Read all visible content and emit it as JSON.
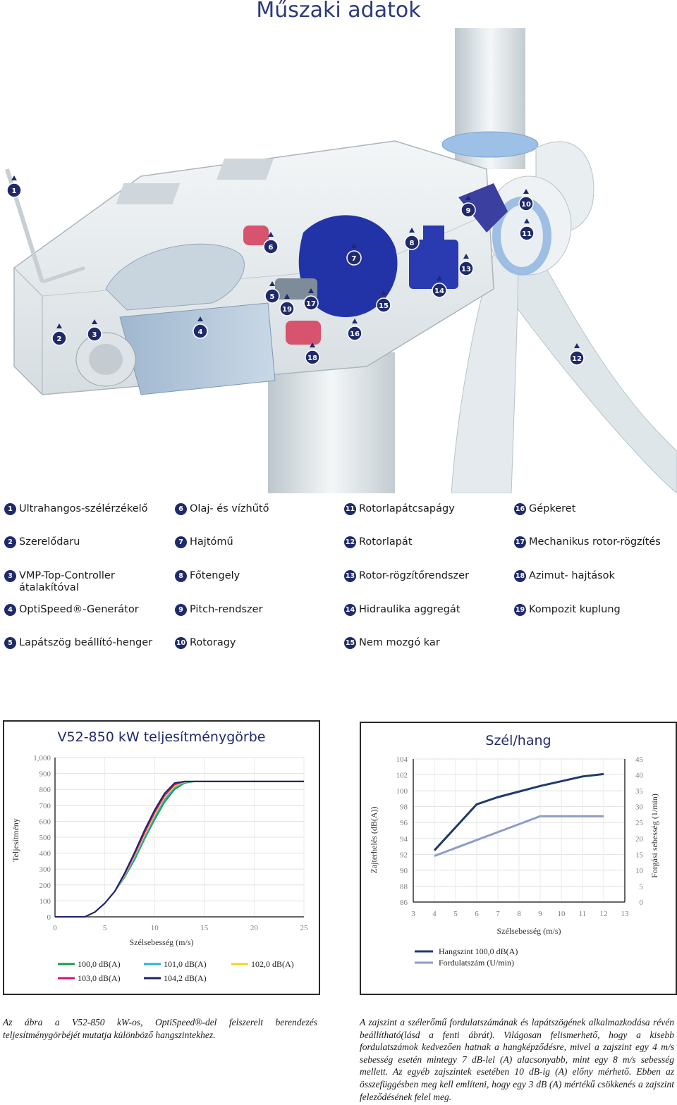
{
  "page_title": "Műszaki adatok",
  "callouts": [
    "1",
    "2",
    "3",
    "4",
    "5",
    "6",
    "7",
    "8",
    "9",
    "10",
    "11",
    "12",
    "13",
    "14",
    "15",
    "16",
    "17",
    "18",
    "19"
  ],
  "legend": [
    {
      "num": "1",
      "label": "Ultrahangos-szélérzékelő"
    },
    {
      "num": "2",
      "label": "Szerelődaru"
    },
    {
      "num": "3",
      "label": "VMP-Top-Controller átalakítóval"
    },
    {
      "num": "4",
      "label": "OptiSpeed®-Generátor"
    },
    {
      "num": "5",
      "label": "Lapátszög beállító-henger"
    },
    {
      "num": "6",
      "label": "Olaj- és vízhűtő"
    },
    {
      "num": "7",
      "label": "Hajtómű"
    },
    {
      "num": "8",
      "label": "Főtengely"
    },
    {
      "num": "9",
      "label": "Pitch-rendszer"
    },
    {
      "num": "10",
      "label": "Rotoragy"
    },
    {
      "num": "11",
      "label": "Rotorlapátcsapágy"
    },
    {
      "num": "12",
      "label": "Rotorlapát"
    },
    {
      "num": "13",
      "label": "Rotor-rögzítőrendszer"
    },
    {
      "num": "14",
      "label": "Hidraulika aggregát"
    },
    {
      "num": "15",
      "label": "Nem mozgó kar"
    },
    {
      "num": "16",
      "label": "Gépkeret"
    },
    {
      "num": "17",
      "label": "Mechanikus rotor-rögzítés"
    },
    {
      "num": "18",
      "label": "Azimut- hajtások"
    },
    {
      "num": "19",
      "label": "Kompozit kuplung"
    }
  ],
  "chart_data": [
    {
      "type": "line",
      "title": "V52-850 kW teljesítménygörbe",
      "xlabel": "Szélsebesség (m/s)",
      "ylabel": "Teljesítmény",
      "xlim": [
        0,
        25
      ],
      "ylim": [
        0,
        1000
      ],
      "x_ticks": [
        "0",
        "5",
        "10",
        "15",
        "20",
        "25"
      ],
      "y_ticks": [
        "0",
        "100",
        "200",
        "300",
        "400",
        "500",
        "600",
        "700",
        "800",
        "900",
        "1,000"
      ],
      "legend_placement": "bottom",
      "series": [
        {
          "name": "100,0 dB(A)",
          "color": "#1a9a4a",
          "x": [
            0,
            3,
            4,
            5,
            6,
            7,
            8,
            9,
            10,
            11,
            12,
            13,
            14,
            15,
            16,
            17,
            18,
            19,
            20,
            21,
            22,
            23,
            24,
            25
          ],
          "y": [
            0,
            0,
            30,
            85,
            160,
            250,
            360,
            490,
            610,
            720,
            800,
            840,
            850,
            850,
            850,
            850,
            850,
            850,
            850,
            850,
            850,
            850,
            850,
            850
          ]
        },
        {
          "name": "101,0 dB(A)",
          "color": "#2aaee0",
          "x": [
            0,
            3,
            4,
            5,
            6,
            7,
            8,
            9,
            10,
            11,
            12,
            13,
            14,
            15,
            16,
            17,
            18,
            19,
            20,
            21,
            22,
            23,
            24,
            25
          ],
          "y": [
            0,
            0,
            30,
            85,
            160,
            255,
            370,
            500,
            625,
            735,
            810,
            845,
            850,
            850,
            850,
            850,
            850,
            850,
            850,
            850,
            850,
            850,
            850,
            850
          ]
        },
        {
          "name": "102,0 dB(A)",
          "color": "#f2d21c",
          "x": [
            0,
            3,
            4,
            5,
            6,
            7,
            8,
            9,
            10,
            11,
            12,
            13,
            14,
            15,
            16,
            17,
            18,
            19,
            20,
            21,
            22,
            23,
            24,
            25
          ],
          "y": [
            0,
            0,
            30,
            85,
            160,
            262,
            385,
            515,
            640,
            750,
            820,
            848,
            850,
            850,
            850,
            850,
            850,
            850,
            850,
            850,
            850,
            850,
            850,
            850
          ]
        },
        {
          "name": "103,0 dB(A)",
          "color": "#d4127f",
          "x": [
            0,
            3,
            4,
            5,
            6,
            7,
            8,
            9,
            10,
            11,
            12,
            13,
            14,
            15,
            16,
            17,
            18,
            19,
            20,
            21,
            22,
            23,
            24,
            25
          ],
          "y": [
            0,
            0,
            30,
            85,
            160,
            268,
            395,
            530,
            655,
            762,
            830,
            850,
            850,
            850,
            850,
            850,
            850,
            850,
            850,
            850,
            850,
            850,
            850,
            850
          ]
        },
        {
          "name": "104,2 dB(A)",
          "color": "#1c2270",
          "x": [
            0,
            3,
            4,
            5,
            6,
            7,
            8,
            9,
            10,
            11,
            12,
            13,
            14,
            15,
            16,
            17,
            18,
            19,
            20,
            21,
            22,
            23,
            24,
            25
          ],
          "y": [
            0,
            0,
            30,
            85,
            160,
            275,
            405,
            545,
            670,
            775,
            840,
            850,
            850,
            850,
            850,
            850,
            850,
            850,
            850,
            850,
            850,
            850,
            850,
            850
          ]
        }
      ]
    },
    {
      "type": "line",
      "title": "Szél/hang",
      "xlabel": "Szélsebesség (m/s)",
      "ylabel": "Zajterhelés (dB(A))",
      "y2label": "Forgási sebesség (1/min)",
      "xlim": [
        3,
        13
      ],
      "ylim": [
        86,
        104
      ],
      "y2lim": [
        0,
        45
      ],
      "x_ticks": [
        "3",
        "4",
        "5",
        "6",
        "7",
        "8",
        "9",
        "10",
        "11",
        "12",
        "13"
      ],
      "y_ticks": [
        "86",
        "88",
        "90",
        "92",
        "94",
        "96",
        "98",
        "100",
        "102",
        "104"
      ],
      "y2_ticks": [
        "0",
        "5",
        "10",
        "15",
        "20",
        "25",
        "30",
        "35",
        "40",
        "45"
      ],
      "legend_placement": "bottom-left",
      "series": [
        {
          "name": "Hangszint 100,0 dB(A)",
          "color": "#1f3a6a",
          "axis": "left",
          "x": [
            4,
            6,
            7,
            8,
            9,
            10,
            11,
            12
          ],
          "y": [
            92.5,
            98.3,
            99.2,
            99.9,
            100.6,
            101.2,
            101.8,
            102.1
          ]
        },
        {
          "name": "Fordulatszám (U/min)",
          "color": "#8c9cc8",
          "axis": "right",
          "x": [
            4,
            5,
            6,
            7,
            8,
            9,
            10,
            11,
            12
          ],
          "y": [
            14.5,
            17,
            19.5,
            22,
            24.5,
            27,
            27,
            27,
            27
          ]
        }
      ]
    }
  ],
  "captions": {
    "left": "Az ábra a V52-850 kW-os, OptiSpeed®-del felszerelt berendezés teljesítménygörbéjét mutatja különböző hangszintekhez.",
    "right": "A zajszint a szélerőmű fordulatszámának és lapátszögének alkalmazkodása révén beállítható(lásd a fenti ábrát). Világosan felismerhető, hogy a kisebb fordulatszámok kedvezően hatnak a hangképződésre, mivel a zajszint egy 4 m/s sebesség esetén mintegy 7 dB-lel (A) alacsonyabb, mint egy 8 m/s sebesség mellett. Az egyéb zajszintek esetében 10 dB-ig (A) előny mérhető. Ebben az összefüggésben meg kell említeni, hogy egy 3 dB (A) mértékű csökkenés a zajszint feleződésének felel meg."
  }
}
